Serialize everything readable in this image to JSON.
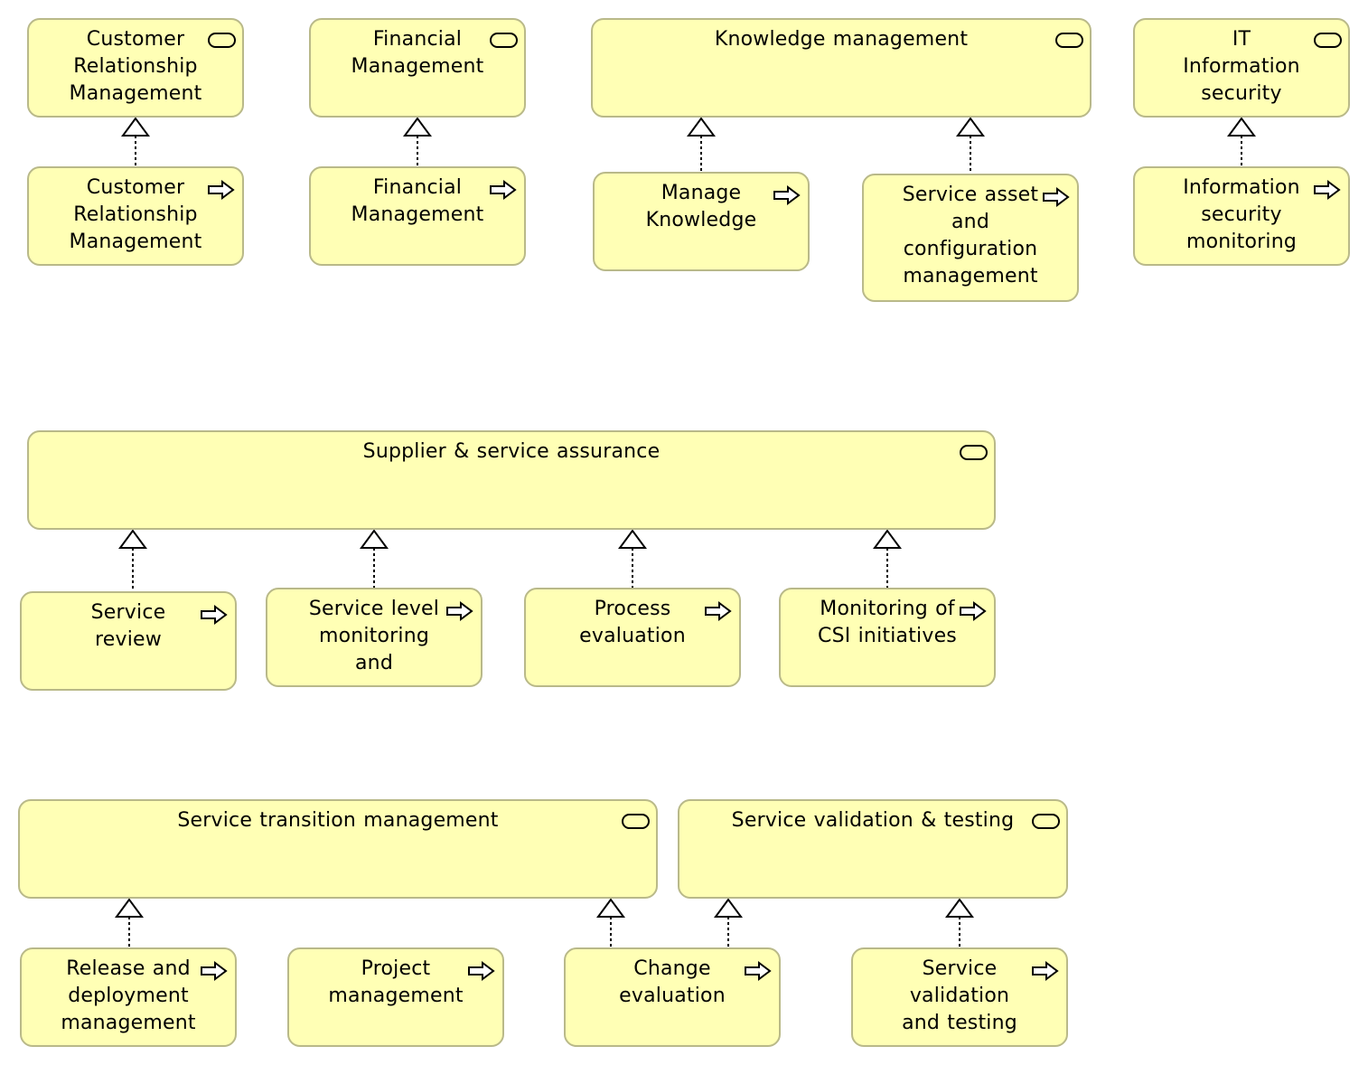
{
  "colors": {
    "node_fill": "#ffffb5",
    "node_border": "#b9b989",
    "line": "#000000"
  },
  "icons": {
    "service": "business-service-icon",
    "process": "business-process-arrow-icon",
    "relation": "realization-triangle-icon"
  },
  "services": [
    {
      "id": "crm_service",
      "label": "Customer\nRelationship\nManagement"
    },
    {
      "id": "fin_service",
      "label": "Financial\nManagement"
    },
    {
      "id": "km_service",
      "label": "Knowledge management"
    },
    {
      "id": "it_service",
      "label": "IT\nInformation\nsecurity"
    },
    {
      "id": "ssa_service",
      "label": "Supplier & service assurance"
    },
    {
      "id": "stm_service",
      "label": "Service transition management"
    },
    {
      "id": "svt_service",
      "label": "Service validation & testing"
    }
  ],
  "processes": [
    {
      "id": "crm_process",
      "label": "Customer\nRelationship\nManagement"
    },
    {
      "id": "fin_process",
      "label": "Financial\nManagement"
    },
    {
      "id": "mk_process",
      "label": "Manage\nKnowledge"
    },
    {
      "id": "sacm_process",
      "label": "Service asset\nand\nconfiguration\nmanagement"
    },
    {
      "id": "ism_process",
      "label": "Information\nsecurity\nmonitoring"
    },
    {
      "id": "sr_process",
      "label": "Service\nreview"
    },
    {
      "id": "slm_process",
      "label": "Service level\nmonitoring\nand"
    },
    {
      "id": "pe_process",
      "label": "Process\nevaluation"
    },
    {
      "id": "csi_process",
      "label": "Monitoring of\nCSI initiatives"
    },
    {
      "id": "rdm_process",
      "label": "Release and\ndeployment\nmanagement"
    },
    {
      "id": "pm_process",
      "label": "Project\nmanagement"
    },
    {
      "id": "ce_process",
      "label": "Change\nevaluation"
    },
    {
      "id": "svtp_process",
      "label": "Service\nvalidation\nand testing"
    }
  ],
  "relations": [
    {
      "from": "crm_process",
      "to": "crm_service"
    },
    {
      "from": "fin_process",
      "to": "fin_service"
    },
    {
      "from": "mk_process",
      "to": "km_service"
    },
    {
      "from": "sacm_process",
      "to": "km_service"
    },
    {
      "from": "ism_process",
      "to": "it_service"
    },
    {
      "from": "sr_process",
      "to": "ssa_service"
    },
    {
      "from": "slm_process",
      "to": "ssa_service"
    },
    {
      "from": "pe_process",
      "to": "ssa_service"
    },
    {
      "from": "csi_process",
      "to": "ssa_service"
    },
    {
      "from": "rdm_process",
      "to": "stm_service"
    },
    {
      "from": "ce_process",
      "to": "stm_service"
    },
    {
      "from": "ce_process",
      "to": "svt_service"
    },
    {
      "from": "svtp_process",
      "to": "svt_service"
    }
  ]
}
